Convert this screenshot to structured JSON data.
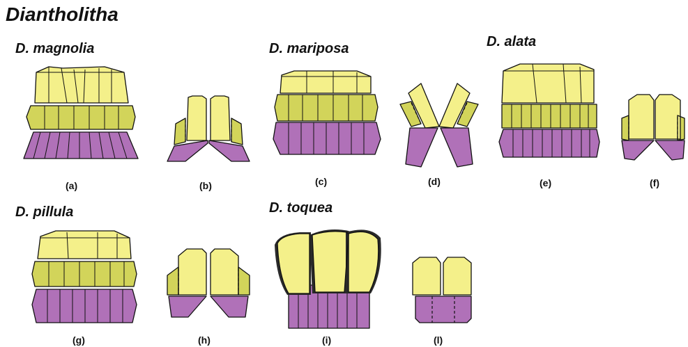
{
  "genus_title": "Diantholitha",
  "species": {
    "magnolia": "D. magnolia",
    "mariposa": "D. mariposa",
    "alata": "D. alata",
    "pillula": "D. pillula",
    "toquea": "D. toquea"
  },
  "panels": {
    "a": "(a)",
    "b": "(b)",
    "c": "(c)",
    "d": "(d)",
    "e": "(e)",
    "f": "(f)",
    "g": "(g)",
    "h": "(h)",
    "i": "(i)",
    "l": "(l)"
  },
  "colors": {
    "distal_yellow": "#f4f08a",
    "middle_olive": "#d2d45a",
    "proximal_purple": "#b071b8"
  }
}
